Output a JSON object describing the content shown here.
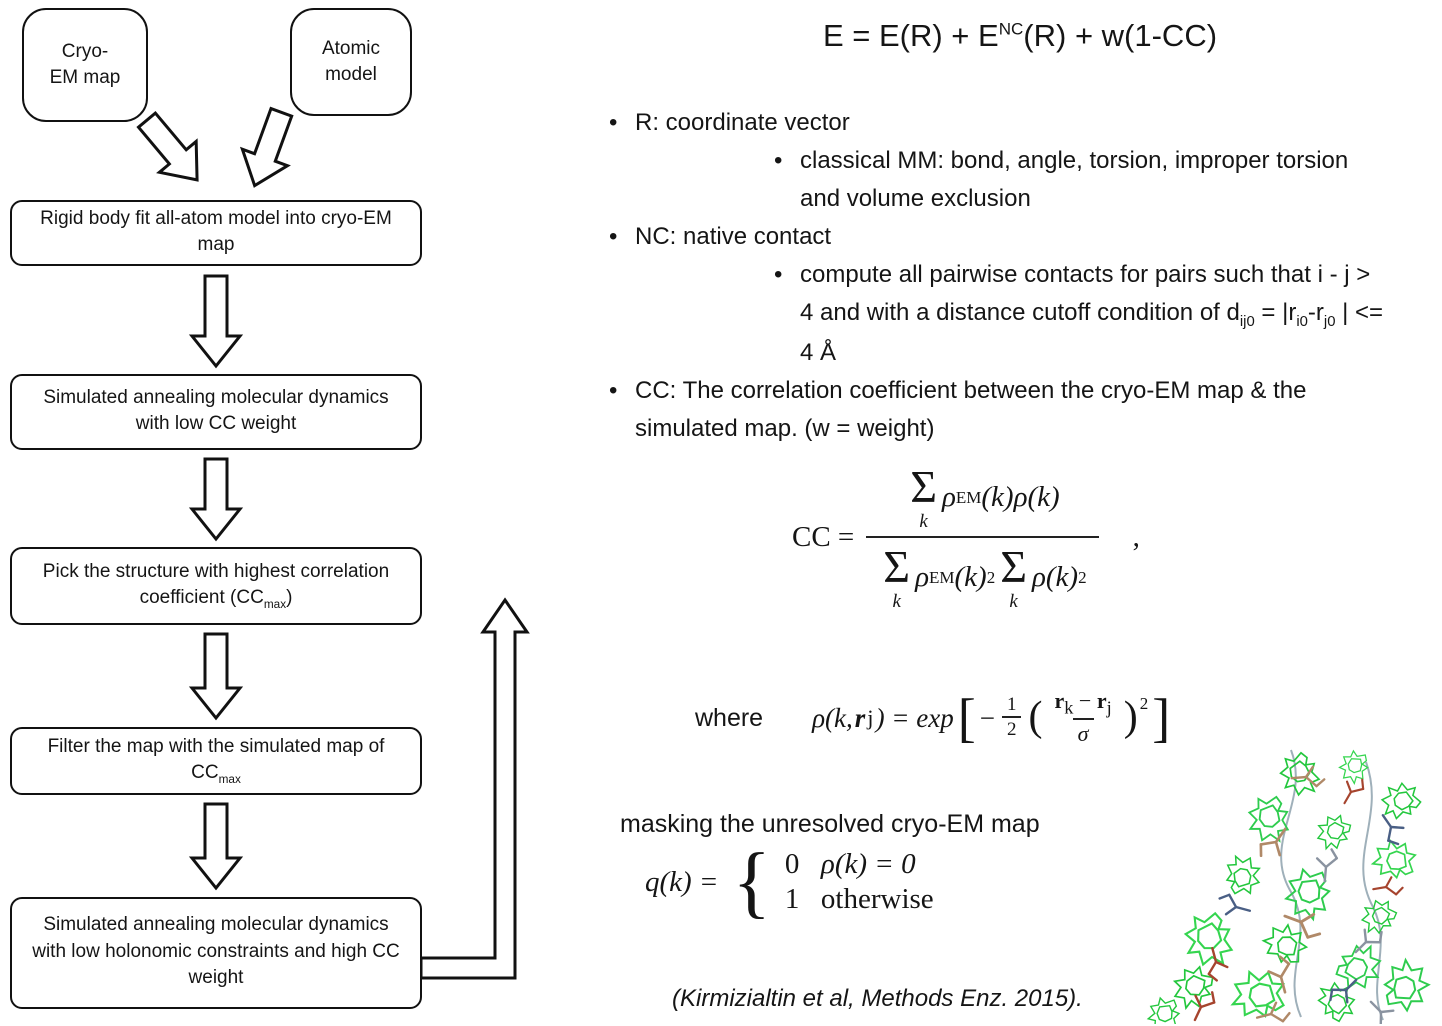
{
  "flowchart": {
    "sources": [
      {
        "label": "Cryo-\nEM map"
      },
      {
        "label": "Atomic\nmodel"
      }
    ],
    "steps": [
      {
        "pre": "Rigid body fit all-atom model into cryo-EM map",
        "sub": "",
        "post": ""
      },
      {
        "pre": "Simulated annealing molecular dynamics with low CC weight",
        "sub": "",
        "post": ""
      },
      {
        "pre": "Pick the structure with highest correlation coefficient (CC",
        "sub": "max",
        "post": ")"
      },
      {
        "pre": "Filter the map with the simulated map of CC",
        "sub": "max",
        "post": ""
      },
      {
        "pre": "Simulated annealing molecular dynamics with low holonomic constraints and high CC weight",
        "sub": "",
        "post": ""
      }
    ]
  },
  "energy_eq": {
    "p1": "E = E(R) + E",
    "sup": "NC",
    "p2": "(R) + w(1-CC)"
  },
  "bullets": {
    "r_label": "R: coordinate vector",
    "r_sub": "classical MM: bond, angle, torsion, improper torsion and volume exclusion",
    "nc_label": "NC: native contact",
    "nc_sub": {
      "p1": "compute all pairwise contacts for pairs such that i - j > 4 and with a distance cutoff condition of d",
      "s1": "ij0",
      "p2": " = |r",
      "s2": "i0",
      "p3": "-r",
      "s3": "j0",
      "p4": " | <= 4 Å"
    },
    "cc_label": "CC: The correlation coefficient between the cryo-EM map & the simulated map. (w = weight)"
  },
  "cc_eq": {
    "lhs": "CC =",
    "sum": "Σ",
    "sum_sub": "k",
    "num_rho": "ρ",
    "num_sup": "EM",
    "num_rest": "(k)ρ(k)",
    "den_rho1": "ρ",
    "den_sup1": "EM",
    "den_rest1": "(k)",
    "den_sq1": "2",
    "den_rho2": "ρ(k)",
    "den_sq2": "2",
    "comma": ","
  },
  "where_eq": {
    "where": "where",
    "p1": "ρ(k, ",
    "r1": "r",
    "s1": "j",
    "p2": ") = exp",
    "lbracket": "[",
    "minus": "−",
    "half_num": "1",
    "half_den": "2",
    "lparen": "(",
    "r2": "r",
    "s2": "k",
    "minus2": " − ",
    "r3": "r",
    "s3": "j",
    "sigma": "σ",
    "rparen": ")",
    "sq": "2",
    "rbracket": "]"
  },
  "masking": {
    "label": "masking the unresolved cryo-EM map",
    "lhs": "q(k) =",
    "brace": "{",
    "case1_val": "0",
    "case1_cond": "ρ(k) = 0",
    "case2_val": "1",
    "case2_cond": "otherwise"
  },
  "citation": "(Kirmizialtin et al, Methods Enz. 2015)."
}
